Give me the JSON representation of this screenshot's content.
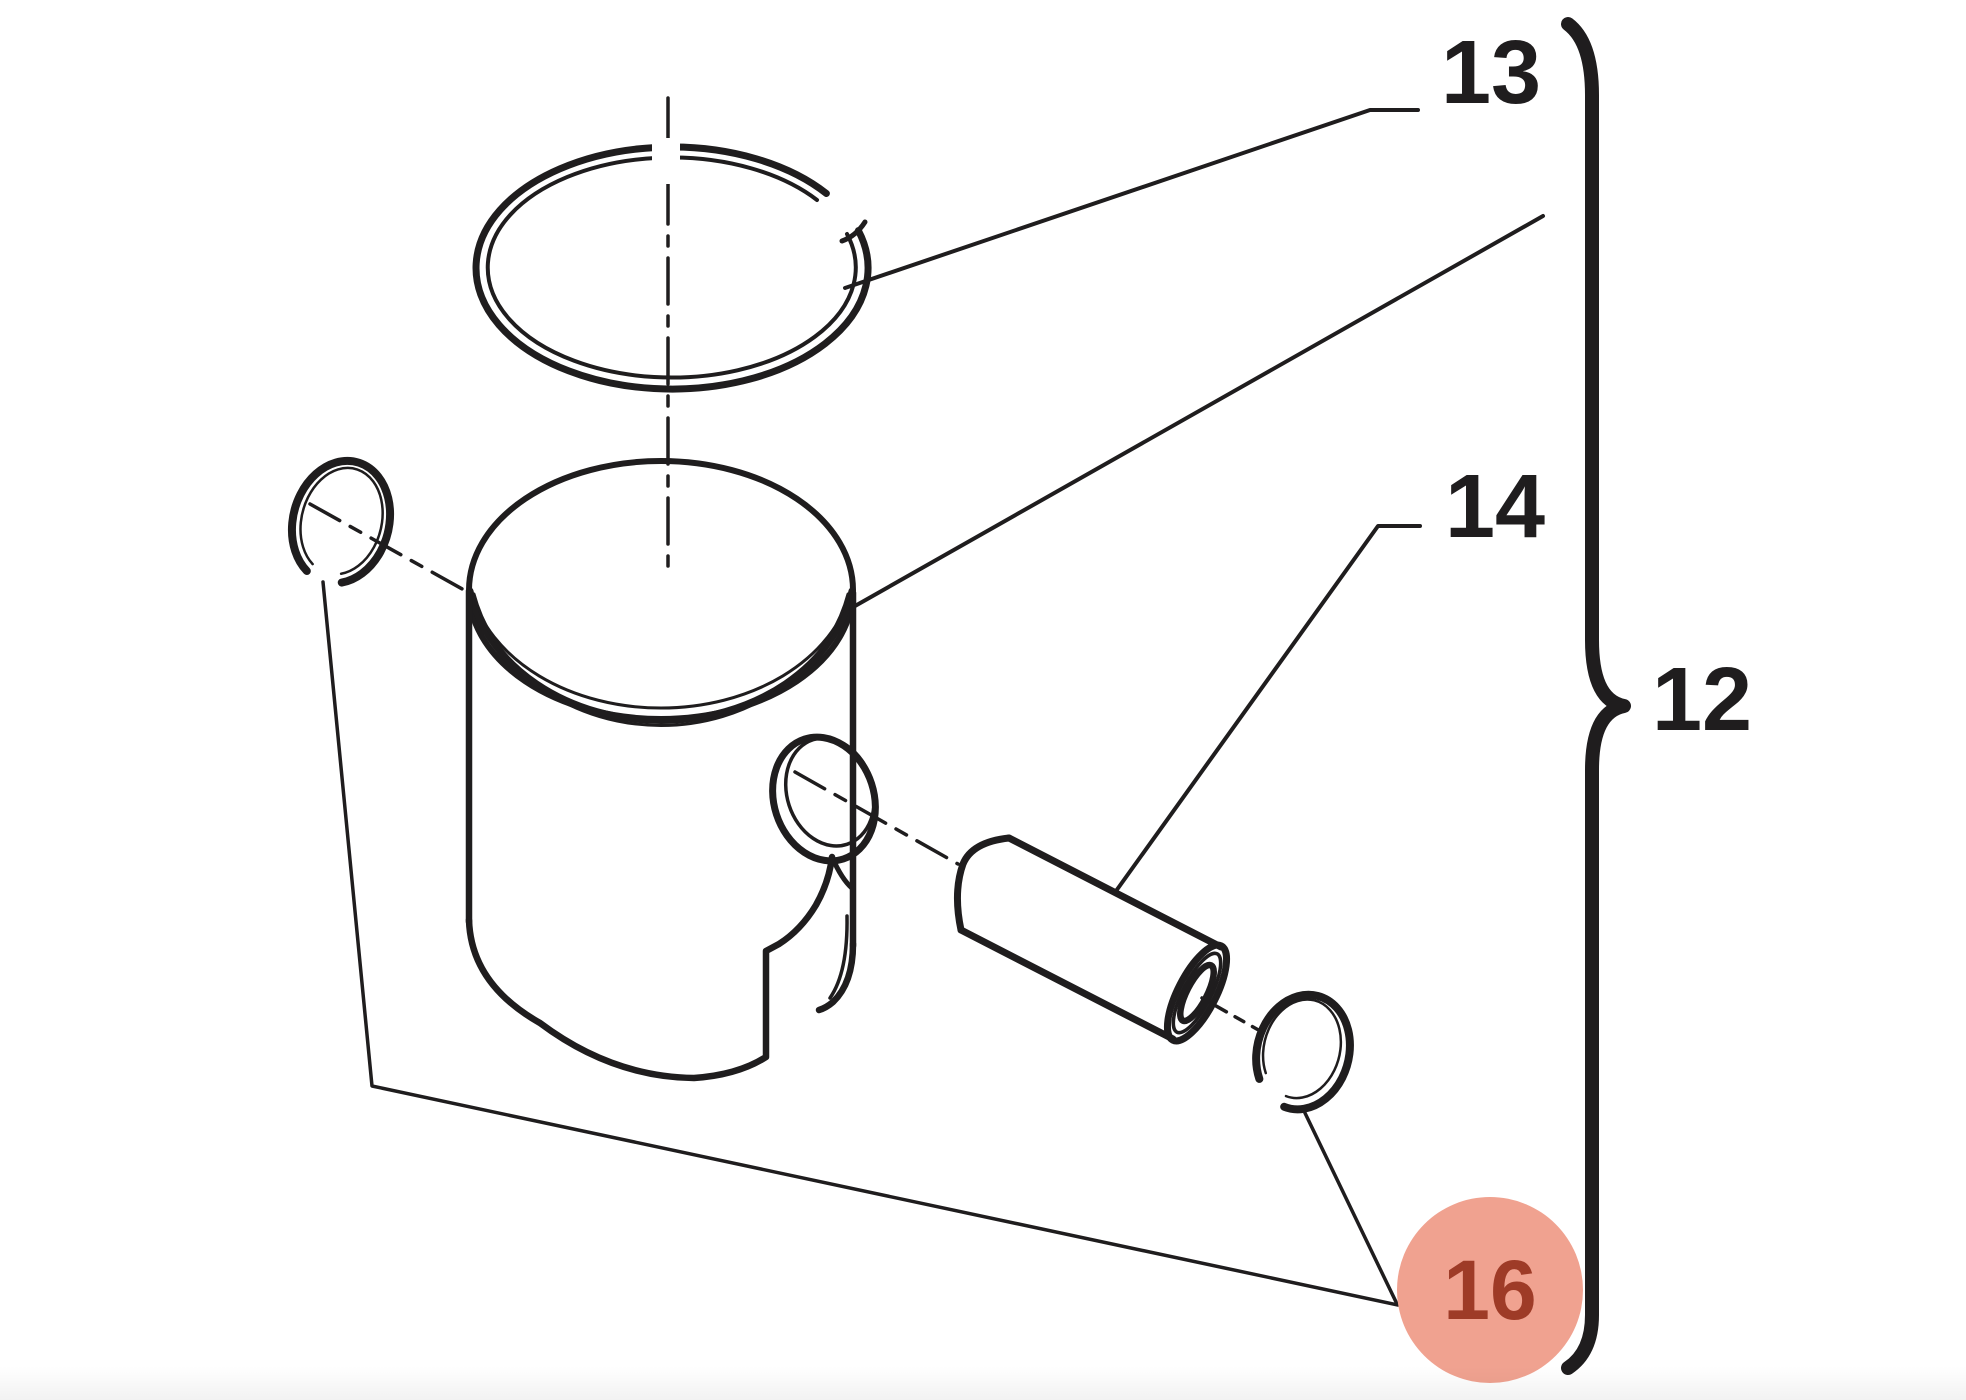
{
  "diagram": {
    "type": "exploded-parts-diagram",
    "callouts": [
      {
        "id": "13",
        "label": "13",
        "highlighted": false
      },
      {
        "id": "14",
        "label": "14",
        "highlighted": false
      },
      {
        "id": "12",
        "label": "12",
        "highlighted": false
      },
      {
        "id": "16",
        "label": "16",
        "highlighted": true
      }
    ],
    "colors": {
      "line": "#1f1d1e",
      "background": "#ffffff",
      "highlight_fill": "#F0A290",
      "highlight_text": "#9E3B27"
    }
  }
}
